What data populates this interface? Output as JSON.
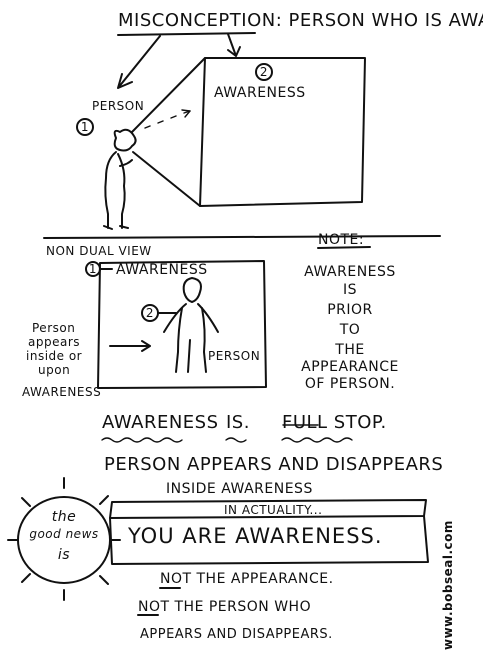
{
  "top": {
    "title": "MISCONCEPTION: PERSON WHO IS AWARE",
    "label_person": "PERSON",
    "label_awareness": "AWARENESS",
    "num1": "1",
    "num2": "2"
  },
  "nondual": {
    "heading": "NON DUAL VIEW",
    "label_awareness": "AWARENESS",
    "label_person": "PERSON",
    "num1": "1",
    "num2": "2",
    "side_note_lines": [
      "Person",
      "appears",
      "inside or",
      "upon",
      "AWARENESS"
    ]
  },
  "note": {
    "heading": "NOTE:",
    "lines": [
      "AWARENESS",
      "IS",
      "PRIOR",
      "TO",
      "THE",
      "APPEARANCE",
      "OF PERSON."
    ]
  },
  "statements": {
    "line1_parts": [
      "AWARENESS",
      "IS.",
      "FULL STOP."
    ],
    "line2": "PERSON APPEARS AND DISAPPEARS",
    "line3": "INSIDE AWARENESS"
  },
  "good_news": {
    "circle_lines": [
      "the",
      "good news",
      "is"
    ],
    "in_actuality": "IN ACTUALITY...",
    "main": "YOU ARE AWARENESS.",
    "not_appearance": "NOT THE APPEARANCE.",
    "not_person_1": "NOT THE PERSON WHO",
    "not_person_2": "APPEARS AND DISAPPEARS."
  },
  "credit": "www.bobseal.com"
}
